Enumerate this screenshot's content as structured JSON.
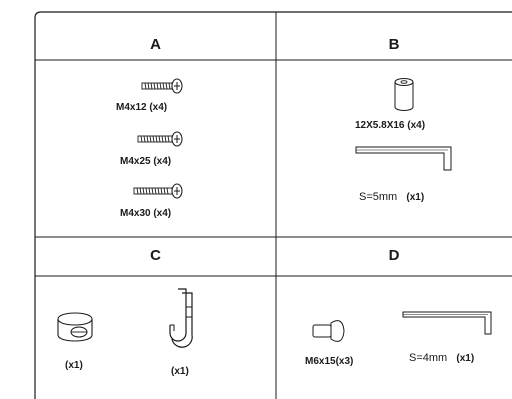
{
  "sections": {
    "a": {
      "header": "A",
      "items": [
        "M4x12 (x4)",
        "M4x25 (x4)",
        "M4x30 (x4)"
      ]
    },
    "b": {
      "header": "B",
      "spacer_label": "12X5.8X16 (x4)",
      "wrench_size": "S=5mm",
      "wrench_qty": "(x1)"
    },
    "c": {
      "header": "C",
      "clamp_qty": "(x1)",
      "hook_qty": "(x1)"
    },
    "d": {
      "header": "D",
      "bolt_label": "M6x15(x3)",
      "wrench_size": "S=4mm",
      "wrench_qty": "(x1)"
    }
  },
  "colors": {
    "ink": "#1a1a1a",
    "fill_light": "#e6e6e6",
    "background": "#ffffff"
  },
  "icons": [
    "screw-icon",
    "spacer-icon",
    "allen-key-icon",
    "cable-clamp-icon",
    "hook-icon",
    "bolt-icon"
  ]
}
